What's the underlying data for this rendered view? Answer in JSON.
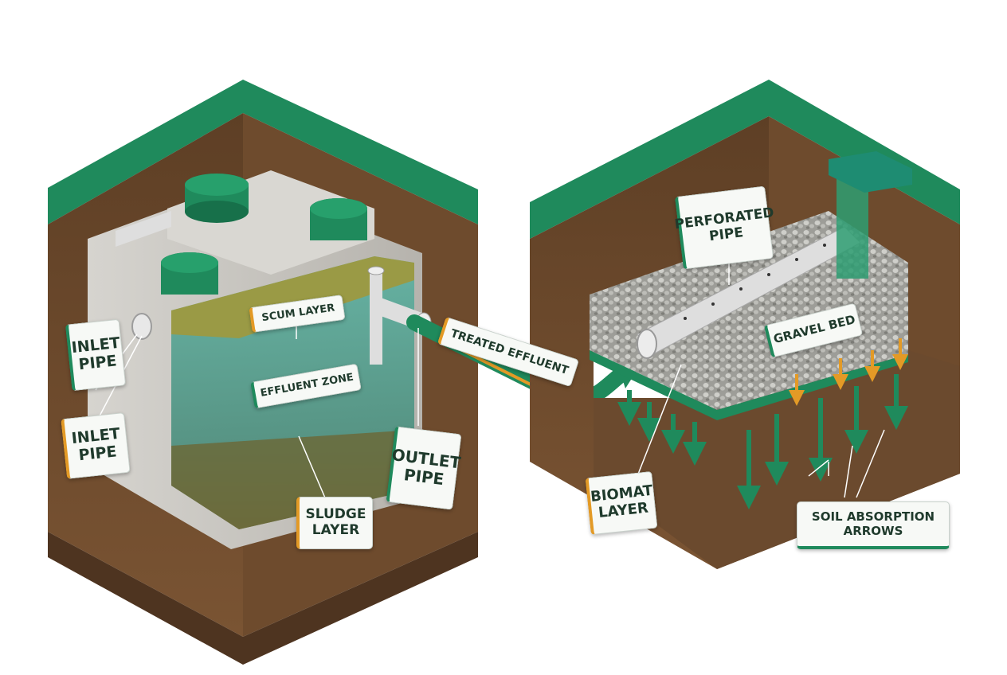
{
  "labels": {
    "inlet_pipe_upper": "INLET\nPIPE",
    "inlet_pipe_lower": "INLET\nPIPE",
    "scum_layer": "SCUM LAYER",
    "effluent_zone": "EFFLUENT ZONE",
    "sludge_layer": "SLUDGE\nLAYER",
    "outlet_pipe": "OUTLET\nPIPE",
    "treated_effluent": "TREATED EFFLUENT",
    "perforated_pipe": "PERFORATED\nPIPE",
    "gravel_bed": "GRAVEL BED",
    "biomat_layer": "BIOMAT\nLAYER",
    "soil_absorption_arrows": "SOIL ABSORPTION\nARROWS"
  },
  "colors": {
    "grass": "#1f8a5c",
    "soil": "#6b4a2e",
    "concrete": "#c9c7c1",
    "lid": "#1f8a5c",
    "scum": "#9a9a45",
    "effluent": "#5aa89a",
    "gravel": "#a8a8a4",
    "pipe": "#dedede",
    "flow_arrow": "#1f8a5c",
    "accent": "#e39a26"
  }
}
